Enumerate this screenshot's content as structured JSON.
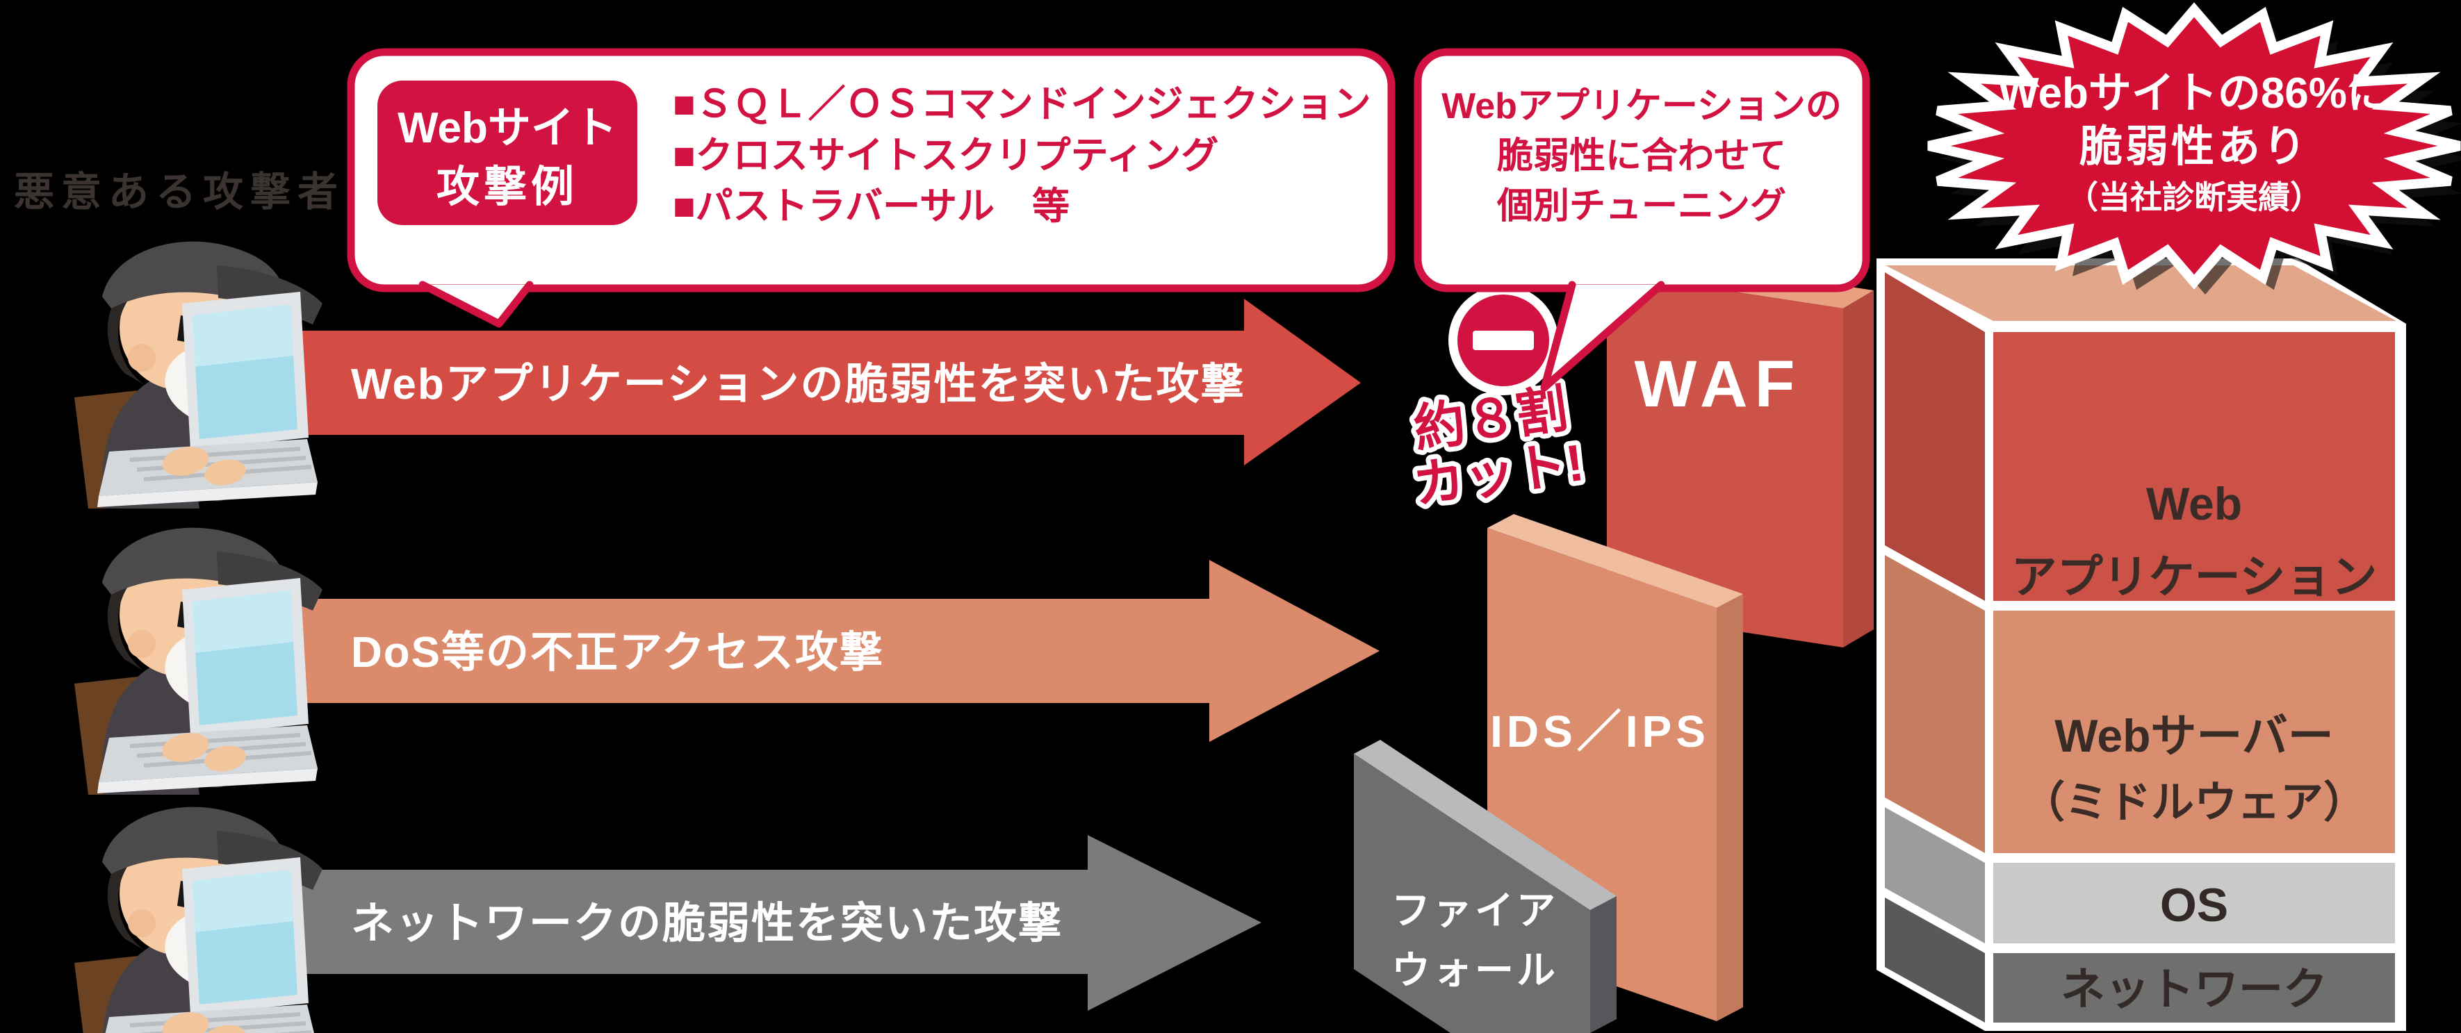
{
  "colors": {
    "background": "#000000",
    "accent_red": "#d21240",
    "starburst_red": "#d30f33",
    "arrow_web_attack": "#d44c44",
    "arrow_dos": "#dc8a6c",
    "arrow_network": "#7b7b7b",
    "waf_red": "#cd5248",
    "ids_salmon": "#dc8d6e",
    "firewall_gray": "#6e6e70",
    "stack_webapp_red": "#cc5147",
    "stack_webserver_salmon": "#d98f6f",
    "stack_os_gray": "#c9c9c9",
    "stack_network_gray": "#6f6f6f"
  },
  "attacker": {
    "label": "悪意ある攻撃者"
  },
  "attack_examples_callout": {
    "badge": {
      "line1": "Webサイト",
      "line2": "攻撃例"
    },
    "items": [
      "■ＳＱＬ／ＯＳコマンドインジェクション",
      "■クロスサイトスクリプティング",
      "■パストラバーサル　等"
    ]
  },
  "tuning_callout": {
    "lines": [
      "Webアプリケーションの",
      "脆弱性に合わせて",
      "個別チューニング"
    ]
  },
  "starburst": {
    "lines": [
      "Webサイトの86%に",
      "脆弱性あり",
      "（当社診断実績）"
    ]
  },
  "arrows": [
    {
      "id": "web-app-attack",
      "label": "Webアプリケーションの脆弱性を突いた攻撃"
    },
    {
      "id": "dos-attack",
      "label": "DoS等の不正アクセス攻撃"
    },
    {
      "id": "network-attack",
      "label": "ネットワークの脆弱性を突いた攻撃"
    }
  ],
  "cut_badge": {
    "line1": "約８割",
    "line2": "カット!"
  },
  "defenses": {
    "waf": {
      "label": "WAF"
    },
    "ids_ips": {
      "label": "IDS／IPS"
    },
    "firewall": {
      "line1": "ファイア",
      "line2": "ウォール"
    }
  },
  "server_stack": {
    "layers": [
      {
        "name": "web-application",
        "line1": "Web",
        "line2": "アプリケーション"
      },
      {
        "name": "web-server",
        "line1": "Webサーバー",
        "line2": "（ミドルウェア）"
      },
      {
        "name": "os",
        "line1": "OS"
      },
      {
        "name": "network",
        "line1": "ネットワーク"
      }
    ]
  }
}
